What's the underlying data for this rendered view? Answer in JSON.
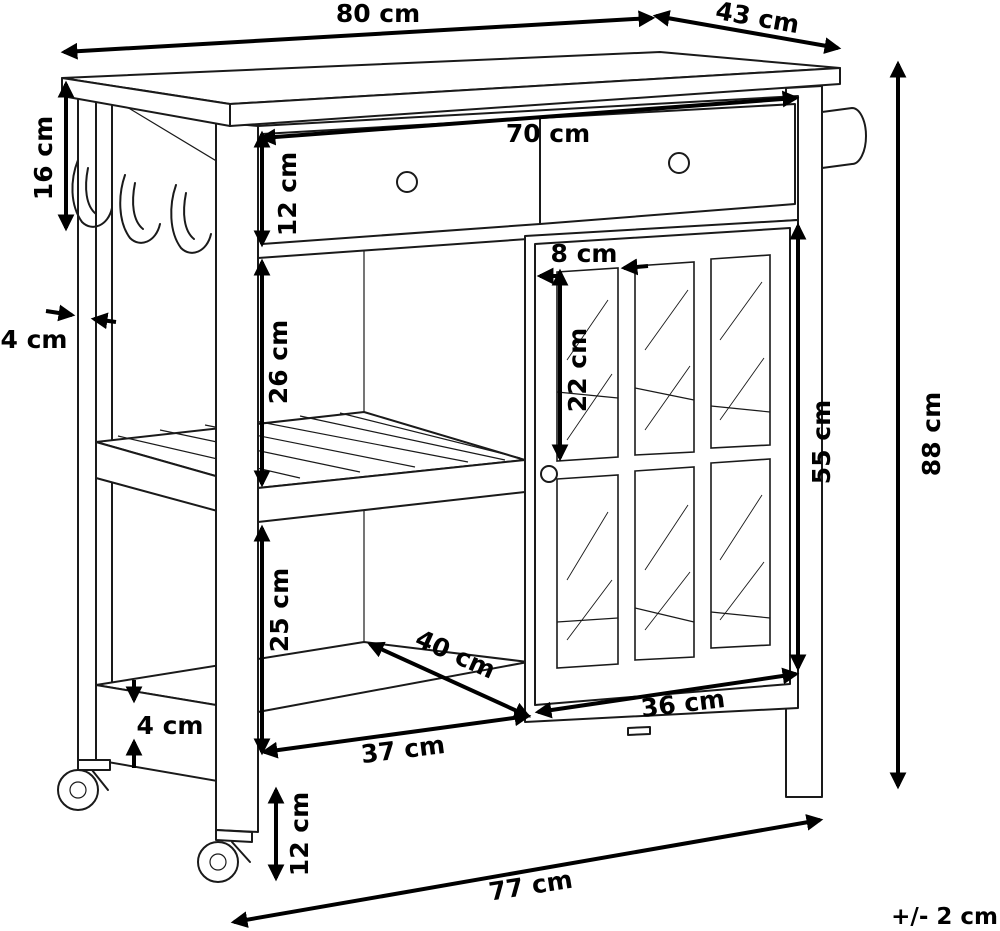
{
  "dimensions": {
    "width": "80 cm",
    "depth": "43 cm",
    "drawer_width": "70 cm",
    "hooks_height": "16 cm",
    "drawer_height": "12 cm",
    "leg_thickness": "4 cm",
    "upper_shelf_gap": "26 cm",
    "door_pane_width": "8 cm",
    "door_pane_height": "22 cm",
    "cabinet_height": "55 cm",
    "total_height": "88 cm",
    "lower_shelf_gap": "25 cm",
    "shelf_depth": "40 cm",
    "bottom_shelf_thickness": "4 cm",
    "shelf_width": "37 cm",
    "cabinet_width": "36 cm",
    "clearance": "12 cm",
    "base_width": "77 cm"
  },
  "tolerance": "+/- 2 cm"
}
